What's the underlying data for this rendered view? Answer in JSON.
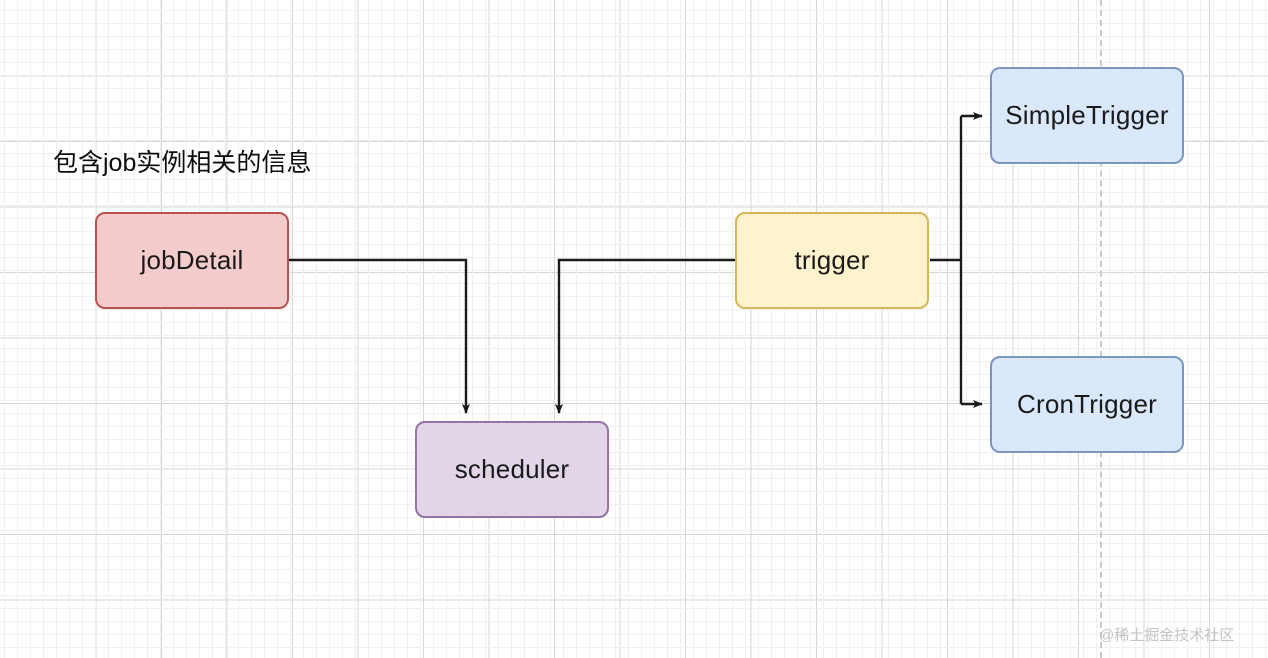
{
  "diagram": {
    "annotation": "包含job实例相关的信息",
    "watermark": "@稀土掘金技术社区",
    "nodes": {
      "jobdetail": {
        "label": "jobDetail",
        "fill": "#f4cccc",
        "stroke": "#b85450"
      },
      "scheduler": {
        "label": "scheduler",
        "fill": "#e1d5e7",
        "stroke": "#9673a6"
      },
      "trigger": {
        "label": "trigger",
        "fill": "#fff2cc",
        "stroke": "#d6b656"
      },
      "simpletrigger": {
        "label": "SimpleTrigger",
        "fill": "#dae8fc",
        "stroke": "#7b96c4"
      },
      "crontrigger": {
        "label": "CronTrigger",
        "fill": "#dae8fc",
        "stroke": "#7b96c4"
      }
    },
    "edges": [
      {
        "from": "jobDetail",
        "to": "scheduler"
      },
      {
        "from": "trigger",
        "to": "scheduler"
      },
      {
        "from": "trigger",
        "to": "SimpleTrigger"
      },
      {
        "from": "trigger",
        "to": "CronTrigger"
      }
    ],
    "edge_color": "#1a1a1a",
    "grid_color": "#d6d6d6",
    "guide_color": "#c9c9c9"
  }
}
